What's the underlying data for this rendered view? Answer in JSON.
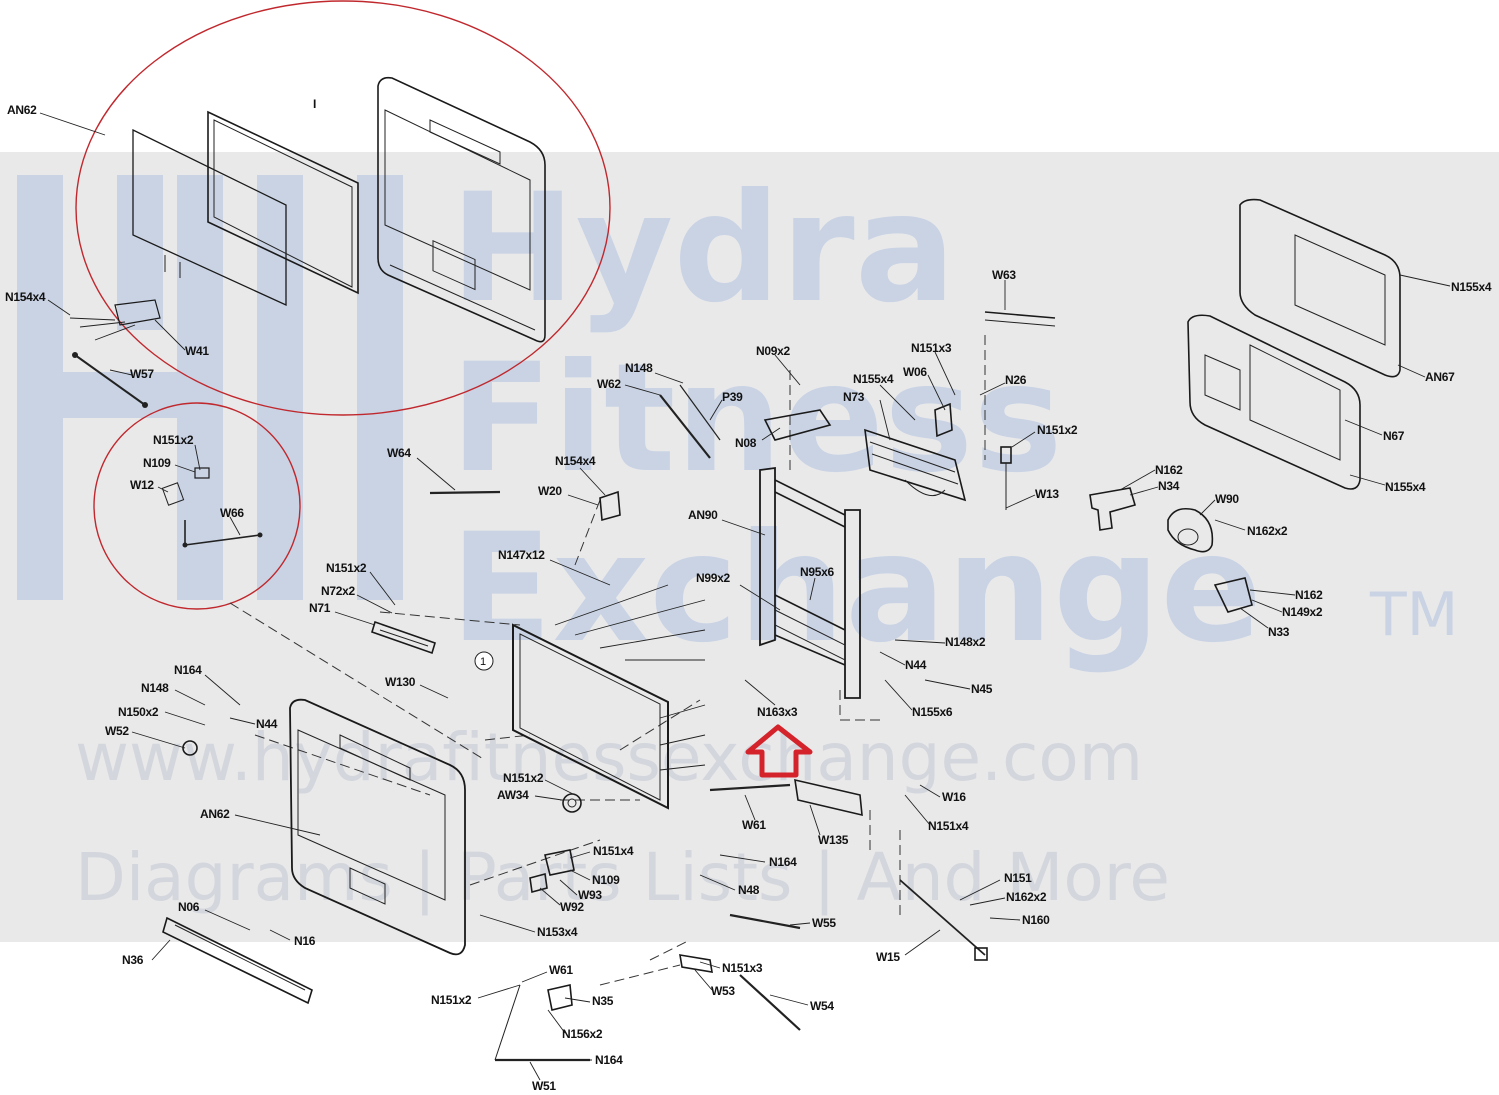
{
  "watermark": {
    "line1": "Hydra",
    "line2": "Fitness",
    "line3": "Exchange",
    "trademark": "TM",
    "url": "www.hydrafitnessexchange.com",
    "tagline": "Diagrams | Parts Lists | And More",
    "color": "#c9d3e4"
  },
  "callout": {
    "number": "1"
  },
  "colors": {
    "circle": "#c0282d",
    "arrow": "#d4232a",
    "band": "#e9e9ea"
  },
  "labels": {
    "an62_top": "AN62",
    "n154x4_left": "N154x4",
    "w41": "W41",
    "w57": "W57",
    "mark_i": "I",
    "n151x2_inset": "N151x2",
    "n109_inset": "N109",
    "w12": "W12",
    "w66": "W66",
    "w64": "W64",
    "n154x4_mid": "N154x4",
    "w20": "W20",
    "n147x12": "N147x12",
    "n151x2_a": "N151x2",
    "n72x2": "N72x2",
    "n71": "N71",
    "w130": "W130",
    "n148_top": "N148",
    "w62_top": "W62",
    "p39": "P39",
    "n09x2_top": "N09x2",
    "n08_top": "N08",
    "an90": "AN90",
    "n99x2": "N99x2",
    "n95x6": "N95x6",
    "n155x4_mid": "N155x4",
    "n73": "N73",
    "w06": "W06",
    "n151x3_top": "N151x3",
    "n26": "N26",
    "w63": "W63",
    "n151x2_b": "N151x2",
    "w13": "W13",
    "n162_a": "N162",
    "n34": "N34",
    "w90": "W90",
    "n162x2_a": "N162x2",
    "n162_b": "N162",
    "n149x2": "N149x2",
    "n33": "N33",
    "n155x4_r1": "N155x4",
    "an67": "AN67",
    "n67": "N67",
    "n155x4_r2": "N155x4",
    "n148x2": "N148x2",
    "n44_r": "N44",
    "n45": "N45",
    "n155x6": "N155x6",
    "n163x3": "N163x3",
    "n164_a": "N164",
    "n148_b": "N148",
    "n150x2": "N150x2",
    "w52": "W52",
    "n44_l": "N44",
    "an62_bottom": "AN62",
    "n151x2_c": "N151x2",
    "aw34": "AW34",
    "w61_mid": "W61",
    "w135": "W135",
    "w16": "W16",
    "n151x4_a": "N151x4",
    "n151x4_b": "N151x4",
    "n109_b": "N109",
    "w93": "W93",
    "w92": "W92",
    "n164_b": "N164",
    "n48": "N48",
    "n06": "N06",
    "n16": "N16",
    "n36": "N36",
    "n153x4": "N153x4",
    "w55": "W55",
    "n151": "N151",
    "n162x2_b": "N162x2",
    "n160": "N160",
    "w15": "W15",
    "w61_bottom": "W61",
    "n151x2_d": "N151x2",
    "n35": "N35",
    "n156x2": "N156x2",
    "n151x3_b": "N151x3",
    "w53": "W53",
    "w54": "W54",
    "n164_c": "N164",
    "w51": "W51"
  }
}
